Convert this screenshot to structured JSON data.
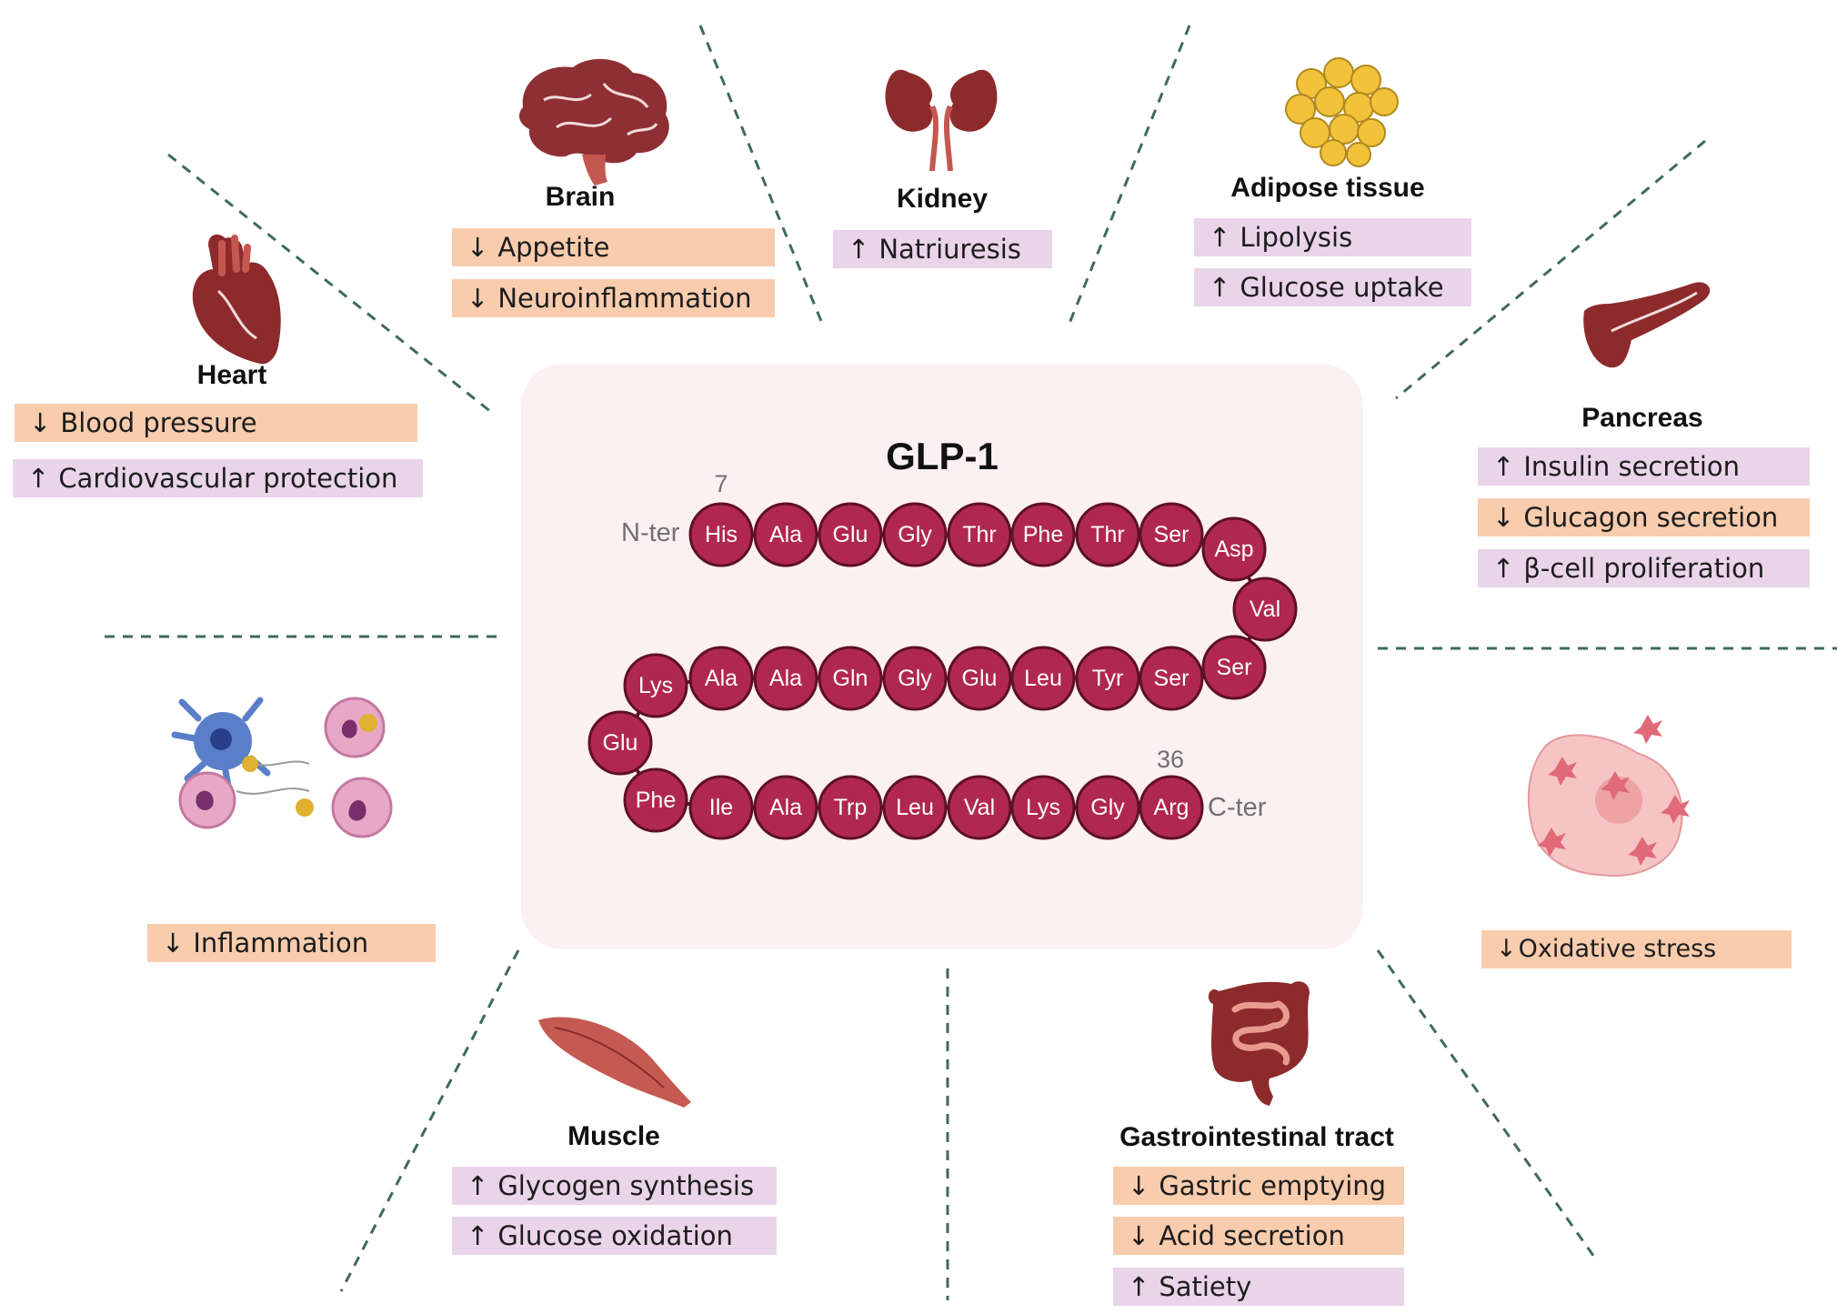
{
  "peptide": {
    "title": "GLP-1",
    "n_terminus": "N-ter",
    "c_terminus": "C-ter",
    "start_number": "7",
    "end_number": "36",
    "residues": [
      "His",
      "Ala",
      "Glu",
      "Gly",
      "Thr",
      "Phe",
      "Thr",
      "Ser",
      "Asp",
      "Val",
      "Ser",
      "Ser",
      "Tyr",
      "Leu",
      "Glu",
      "Gly",
      "Gln",
      "Ala",
      "Ala",
      "Lys",
      "Glu",
      "Phe",
      "Ile",
      "Ala",
      "Trp",
      "Leu",
      "Val",
      "Lys",
      "Gly",
      "Arg"
    ],
    "bead_color": "#b0284f",
    "bead_outline": "#5e1025"
  },
  "organs": {
    "brain": {
      "title": "Brain",
      "icon": "brain-icon",
      "effects": [
        {
          "arrow": "↓",
          "text": "Appetite",
          "direction": "decrease"
        },
        {
          "arrow": "↓",
          "text": "Neuroinflammation",
          "direction": "decrease"
        }
      ]
    },
    "kidney": {
      "title": "Kidney",
      "icon": "kidney-icon",
      "effects": [
        {
          "arrow": "↑",
          "text": "Natriuresis",
          "direction": "increase"
        }
      ]
    },
    "adipose": {
      "title": "Adipose tissue",
      "icon": "adipocyte-cluster-icon",
      "effects": [
        {
          "arrow": "↑",
          "text": "Lipolysis",
          "direction": "increase"
        },
        {
          "arrow": "↑",
          "text": "Glucose uptake",
          "direction": "increase"
        }
      ]
    },
    "heart": {
      "title": "Heart",
      "icon": "heart-icon",
      "effects": [
        {
          "arrow": "↓",
          "text": "Blood pressure",
          "direction": "decrease"
        },
        {
          "arrow": "↑",
          "text": "Cardiovascular protection",
          "direction": "increase"
        }
      ]
    },
    "pancreas": {
      "title": "Pancreas",
      "icon": "pancreas-icon",
      "effects": [
        {
          "arrow": "↑",
          "text": "Insulin secretion",
          "direction": "increase"
        },
        {
          "arrow": "↓",
          "text": "Glucagon secretion",
          "direction": "decrease"
        },
        {
          "arrow": "↑",
          "text": "β-cell proliferation",
          "direction": "increase"
        }
      ]
    },
    "immune": {
      "title": "",
      "icon": "immune-cells-icon",
      "effects": [
        {
          "arrow": "↓",
          "text": "Inflammation",
          "direction": "decrease"
        }
      ]
    },
    "oxidative": {
      "title": "",
      "icon": "oxidative-stress-cell-icon",
      "effects": [
        {
          "arrow": "↓",
          "text": "Oxidative stress",
          "direction": "decrease"
        }
      ]
    },
    "muscle": {
      "title": "Muscle",
      "icon": "muscle-icon",
      "effects": [
        {
          "arrow": "↑",
          "text": "Glycogen synthesis",
          "direction": "increase"
        },
        {
          "arrow": "↑",
          "text": "Glucose oxidation",
          "direction": "increase"
        }
      ]
    },
    "gi": {
      "title": "Gastrointestinal tract",
      "icon": "intestine-icon",
      "effects": [
        {
          "arrow": "↓",
          "text": "Gastric emptying",
          "direction": "decrease"
        },
        {
          "arrow": "↓",
          "text": "Acid secretion",
          "direction": "decrease"
        },
        {
          "arrow": "↑",
          "text": "Satiety",
          "direction": "increase"
        }
      ]
    }
  },
  "colors": {
    "decrease_fill": "#f8ccad",
    "increase_fill": "#ead4ea",
    "center_background": "#fcf0f2",
    "divider": "#3f6a5c",
    "organ_red": "#8c2a2c"
  }
}
